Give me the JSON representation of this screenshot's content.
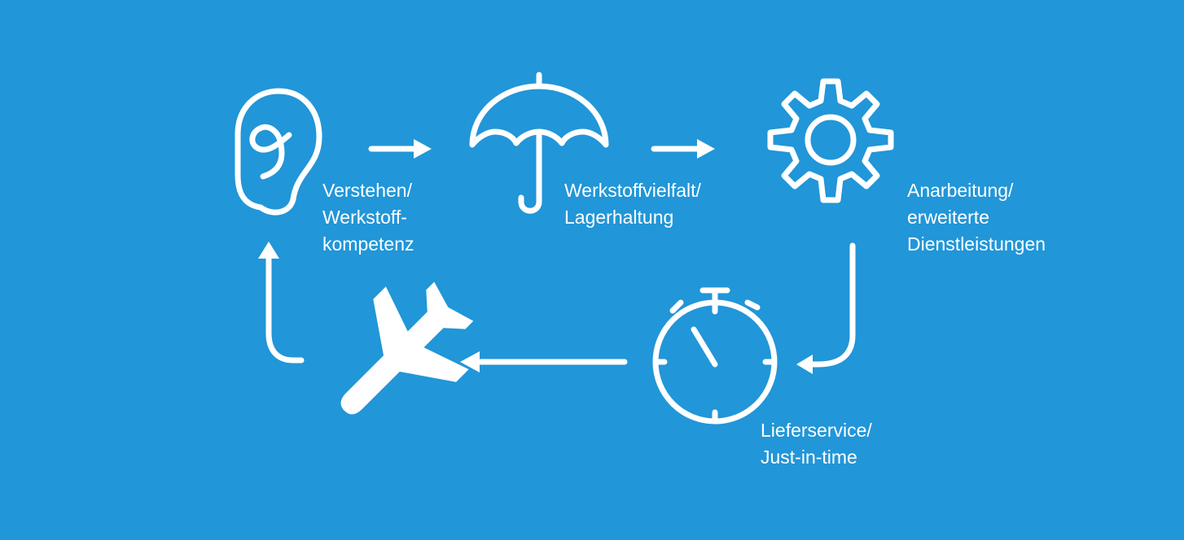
{
  "colors": {
    "background": "#2196d8",
    "foreground": "#ffffff"
  },
  "steps": [
    {
      "icon": "ear-icon",
      "lines": [
        "Verstehen/",
        "Werkstoff-",
        "kompetenz"
      ]
    },
    {
      "icon": "umbrella-icon",
      "lines": [
        "Werkstoffvielfalt/",
        "Lagerhaltung"
      ]
    },
    {
      "icon": "gear-icon",
      "lines": [
        "Anarbeitung/",
        "erweiterte",
        "Dienstleistungen"
      ]
    },
    {
      "icon": "stopwatch-icon",
      "lines": [
        "Lieferservice/",
        "Just-in-time"
      ]
    },
    {
      "icon": "airplane-icon",
      "lines": []
    }
  ]
}
